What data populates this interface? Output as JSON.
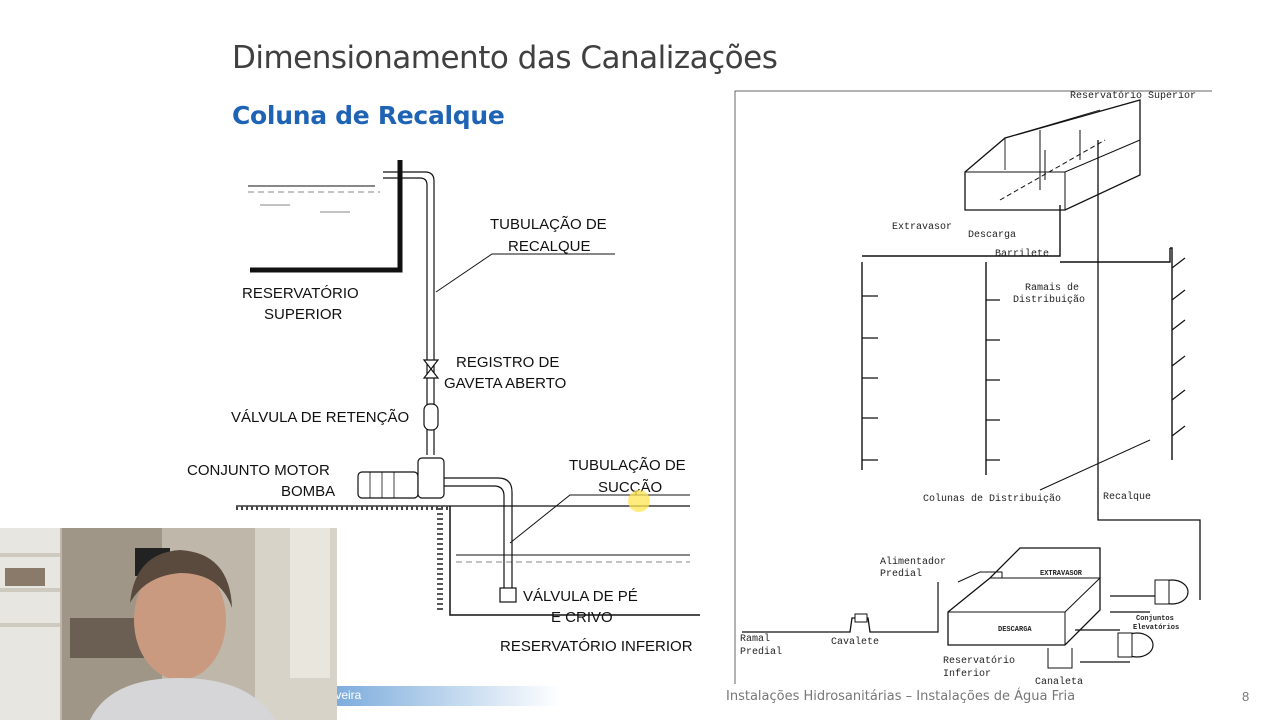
{
  "slide": {
    "title": "Dimensionamento das Canalizações",
    "subtitle": "Coluna de Recalque"
  },
  "left_diagram": {
    "labels": {
      "tubulacao_recalque_1": "TUBULAÇÃO DE",
      "tubulacao_recalque_2": "RECALQUE",
      "reservatorio_superior_1": "RESERVATÓRIO",
      "reservatorio_superior_2": "SUPERIOR",
      "registro_1": "REGISTRO DE",
      "registro_2": "GAVETA ABERTO",
      "valvula_retencao": "VÁLVULA DE RETENÇÃO",
      "conjunto_1": "CONJUNTO MOTOR",
      "conjunto_2": "BOMBA",
      "tubulacao_succao_1": "TUBULAÇÃO DE",
      "tubulacao_succao_2": "SUCÇÃO",
      "valvula_pe_1": "VÁLVULA DE PÉ",
      "valvula_pe_2": "E CRIVO",
      "reservatorio_inferior": "RESERVATÓRIO INFERIOR"
    }
  },
  "right_diagram": {
    "labels": {
      "reservatorio_superior": "Reservatório Superior",
      "extravasor": "Extravasor",
      "descarga": "Descarga",
      "barrilete": "Barrilete",
      "ramais_1": "Ramais de",
      "ramais_2": "Distribuição",
      "colunas": "Colunas de Distribuição",
      "recalque": "Recalque",
      "alimentador_1": "Alimentador",
      "alimentador_2": "Predial",
      "extravasor_caps": "EXTRAVASOR",
      "descarga_caps": "DESCARGA",
      "conjuntos_1": "Conjuntos",
      "conjuntos_2": "Elevatórios",
      "ramal_1": "Ramal",
      "ramal_2": "Predial",
      "cavalete": "Cavalete",
      "res_inferior_1": "Reservatório",
      "res_inferior_2": "Inferior",
      "canaleta": "Canaleta"
    }
  },
  "footer": {
    "author": "a Silveira",
    "course": "Instalações Hidrosanitárias  – Instalações de Água Fria",
    "page": "8"
  }
}
